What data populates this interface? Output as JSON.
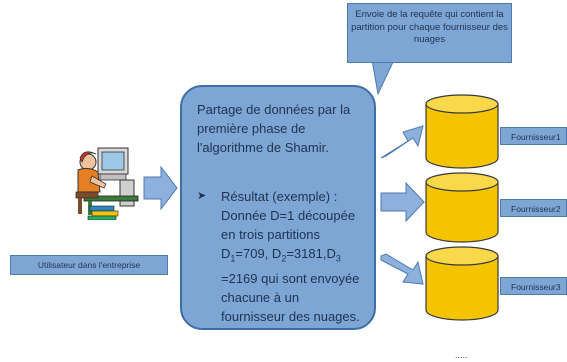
{
  "callout": {
    "text": "Envoie de la requête qui contient la partition  pour chaque fournisseur des nuages"
  },
  "main_box": {
    "intro": "Partage de données par  la première phase de l'algorithme de Shamir.",
    "bullet_mark": "➤",
    "bullet_line1": "Résultat (exemple) : Donnée D=1 découpée en trois partitions ",
    "d1_var": "D",
    "d1_sub": "1",
    "d1_val": "=709, ",
    "d2_var": "D",
    "d2_sub": "2",
    "d2_val": "=3181,",
    "d3_var": "D",
    "d3_sub": "3",
    "bullet_line2": " =2169 qui sont envoyée chacune à un fournisseur des nuages."
  },
  "user_label": "Utilisateur dans l'entreprise",
  "providers": [
    "Fournisseur1",
    "Fournisseur2",
    "Fournisseur3"
  ],
  "ellipsis": ".....",
  "colors": {
    "box_fill": "#7ea6d4",
    "box_border": "#3d6ea8",
    "arrow_fill": "#8db0dc",
    "arrow_stroke": "#4f7ab0",
    "cylinder_fill": "#f5c400",
    "cylinder_stroke": "#3a3a3a"
  }
}
